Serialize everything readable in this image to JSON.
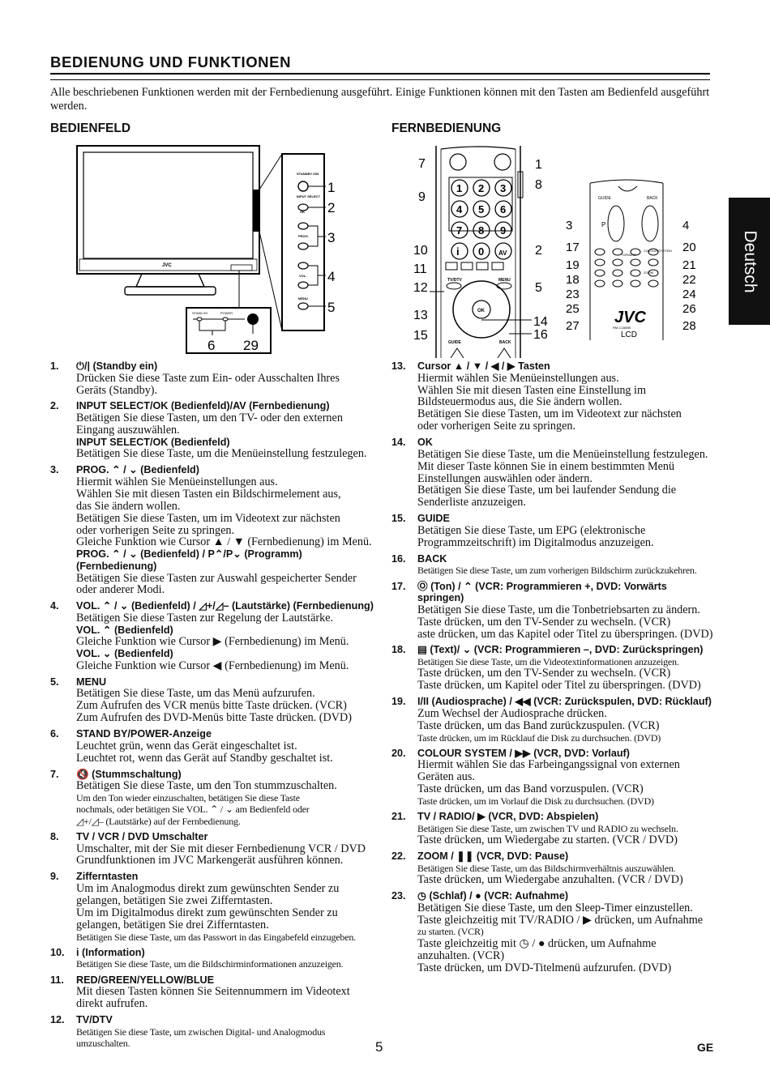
{
  "page": {
    "title": "BEDIENUNG UND FUNKTIONEN",
    "intro": "Alle beschriebenen Funktionen werden mit der Fernbedienung ausgeführt. Einige Funktionen können mit den Tasten am Bedienfeld ausgeführt werden.",
    "side_tab": "Deutsch",
    "page_number": "5",
    "lang_code": "GE"
  },
  "sections": {
    "panel": "BEDIENFELD",
    "remote": "FERNBEDIENUNG"
  },
  "figure_panel": {
    "brand": "JVC",
    "callouts": [
      "1",
      "2",
      "3",
      "4",
      "5",
      "6",
      "29"
    ],
    "button_labels": [
      "STANDBY /ON",
      "INPUT SELECT",
      "OK",
      "PROG.",
      "VOL.",
      "MENU",
      "STAND BY",
      "POWER"
    ]
  },
  "figure_remote": {
    "brand": "JVC",
    "model": "RM-C1800B",
    "display": "LCD",
    "left_callouts": [
      "7",
      "9",
      "10",
      "11",
      "12",
      "13",
      "15"
    ],
    "right_callouts": [
      "1",
      "8",
      "2",
      "5",
      "14",
      "16"
    ],
    "detail_left_callouts": [
      "3",
      "17",
      "19",
      "18",
      "23",
      "25",
      "27"
    ],
    "detail_right_callouts": [
      "4",
      "20",
      "21",
      "22",
      "24",
      "26",
      "28"
    ],
    "digits": [
      "1",
      "2",
      "3",
      "4",
      "5",
      "6",
      "7",
      "8",
      "9",
      "i",
      "0",
      "AV"
    ],
    "labels": [
      "TV/DTV",
      "MENU",
      "OK",
      "GUIDE",
      "BACK",
      "P",
      "TV/RADIO",
      "COLOUR SYSTEM",
      "ZOOM"
    ]
  },
  "left_items": [
    {
      "num": "1.",
      "title": "⏻/| (Standby ein)",
      "lines": [
        "Drücken Sie diese Taste zum Ein- oder Ausschalten Ihres",
        "Geräts (Standby)."
      ]
    },
    {
      "num": "2.",
      "title": "INPUT SELECT/OK (Bedienfeld)/AV (Fernbedienung)",
      "lines": [
        "Betätigen Sie diese Tasten, um den TV- oder den externen",
        "Eingang auszuwählen."
      ],
      "sub": "INPUT SELECT/OK (Bedienfeld)",
      "sub_lines": [
        "Betätigen Sie diese Taste, um die Menüeinstellung festzulegen."
      ]
    },
    {
      "num": "3.",
      "title": "PROG. ⌃ / ⌄ (Bedienfeld)",
      "lines": [
        "Hiermit wählen Sie Menüeinstellungen aus.",
        "Wählen Sie mit diesen Tasten ein Bildschirmelement aus,",
        "das Sie ändern wollen.",
        "Betätigen Sie diese Tasten, um im Videotext zur nächsten",
        "oder vorherigen Seite zu springen.",
        "Gleiche Funktion wie Cursor ▲ / ▼ (Fernbedienung) im Menü."
      ],
      "sub": "PROG. ⌃ / ⌄ (Bedienfeld) / P⌃/P⌄ (Programm) (Fernbedienung)",
      "sub_lines": [
        "Betätigen Sie diese Tasten zur Auswahl gespeicherter Sender",
        "oder anderer Modi."
      ]
    },
    {
      "num": "4.",
      "title": "VOL. ⌃ / ⌄ (Bedienfeld) / ◿+/◿– (Lautstärke) (Fernbedienung)",
      "lines": [
        "Betätigen Sie diese Tasten zur Regelung der Lautstärke."
      ],
      "sub": "VOL. ⌃ (Bedienfeld)",
      "sub_lines": [
        "Gleiche Funktion wie Cursor ▶ (Fernbedienung) im Menü."
      ],
      "sub2": "VOL. ⌄ (Bedienfeld)",
      "sub2_lines": [
        "Gleiche Funktion wie Cursor ◀ (Fernbedienung) im Menü."
      ]
    },
    {
      "num": "5.",
      "title": "MENU",
      "lines": [
        "Betätigen Sie diese Taste, um das Menü aufzurufen.",
        "Zum Aufrufen des VCR menüs bitte Taste drücken. (VCR)",
        "Zum Aufrufen des DVD-Menüs bitte Taste drücken. (DVD)"
      ]
    },
    {
      "num": "6.",
      "title": "STAND BY/POWER-Anzeige",
      "lines": [
        "Leuchtet grün, wenn das Gerät eingeschaltet ist.",
        "Leuchtet rot, wenn das Gerät auf Standby geschaltet ist."
      ]
    },
    {
      "num": "7.",
      "title": "🔇 (Stummschaltung)",
      "lines": [
        "Betätigen Sie diese Taste, um den Ton stummzuschalten."
      ],
      "small_lines": [
        "Um den Ton wieder einzuschalten, betätigen Sie diese Taste",
        "nochmals, oder betätigen Sie VOL. ⌃ / ⌄ am Bedienfeld oder",
        "◿+/◿– (Lautstärke) auf der Fernbedienung."
      ]
    },
    {
      "num": "8.",
      "title": "TV / VCR / DVD Umschalter",
      "lines": [
        "Umschalter, mit der Sie mit dieser Fernbedienung VCR / DVD",
        "Grundfunktionen im JVC Markengerät ausführen können."
      ]
    },
    {
      "num": "9.",
      "title": "Zifferntasten",
      "lines": [
        "Um im Analogmodus direkt zum gewünschten Sender zu",
        "gelangen, betätigen Sie zwei Zifferntasten.",
        "Um im Digitalmodus direkt zum gewünschten Sender zu",
        "gelangen, betätigen Sie drei Zifferntasten."
      ],
      "small_lines": [
        "Betätigen Sie diese Taste, um das Passwort in das Eingabefeld einzugeben."
      ]
    },
    {
      "num": "10.",
      "title": "i (Information)",
      "small_lines": [
        "Betätigen Sie diese Taste, um die Bildschirminformationen anzuzeigen."
      ]
    },
    {
      "num": "11.",
      "title": "RED/GREEN/YELLOW/BLUE",
      "lines": [
        "Mit diesen Tasten können Sie Seitennummern im Videotext",
        "direkt aufrufen."
      ]
    },
    {
      "num": "12.",
      "title": "TV/DTV",
      "small_lines": [
        "Betätigen Sie diese Taste, um zwischen Digital- und Analogmodus umzuschalten."
      ]
    }
  ],
  "right_items": [
    {
      "num": "13.",
      "title": "Cursor ▲ / ▼ / ◀ / ▶ Tasten",
      "lines": [
        "Hiermit wählen Sie Menüeinstellungen aus.",
        "Wählen Sie mit diesen Tasten eine Einstellung im",
        "Bildsteuermodus aus, die Sie ändern wollen.",
        "Betätigen Sie diese Tasten, um im Videotext zur nächsten",
        "oder vorherigen Seite zu springen."
      ]
    },
    {
      "num": "14.",
      "title": "OK",
      "lines": [
        "Betätigen Sie diese Taste, um die Menüeinstellung festzulegen.",
        "Mit dieser Taste können Sie in einem bestimmten Menü",
        "Einstellungen auswählen oder ändern.",
        "Betätigen Sie diese Taste, um bei laufender Sendung die",
        "Senderliste anzuzeigen."
      ]
    },
    {
      "num": "15.",
      "title": "GUIDE",
      "lines": [
        "Betätigen Sie diese Taste, um EPG (elektronische",
        "Programmzeitschrift) im Digitalmodus anzuzeigen."
      ]
    },
    {
      "num": "16.",
      "title": "BACK",
      "small_lines": [
        "Betätigen Sie diese Taste, um zum vorherigen Bildschirm zurückzukehren."
      ]
    },
    {
      "num": "17.",
      "title": "Ⓞ (Ton) / ⌃ (VCR: Programmieren +, DVD: Vorwärts springen)",
      "lines": [
        "Betätigen Sie diese Taste, um die Tonbetriebsarten zu ändern.",
        "Taste drücken, um den TV-Sender zu wechseln. (VCR)",
        "aste drücken, um das Kapitel oder Titel zu überspringen. (DVD)"
      ]
    },
    {
      "num": "18.",
      "title": "▤ (Text)/ ⌄ (VCR: Programmieren –, DVD: Zurückspringen)",
      "small_lines": [
        "Betätigen Sie diese Taste, um die Videotextinformationen anzuzeigen."
      ],
      "lines": [
        "Taste drücken, um den TV-Sender zu wechseln. (VCR)",
        "Taste drücken, um Kapitel oder Titel zu überspringen. (DVD)"
      ]
    },
    {
      "num": "19.",
      "title": "I/II (Audiosprache) / ◀◀ (VCR: Zurückspulen, DVD: Rücklauf)",
      "lines": [
        "Zum Wechsel der Audiosprache drücken.",
        "Taste drücken, um das Band zurückzuspulen. (VCR)"
      ],
      "small_lines": [
        "Taste drücken, um im Rücklauf die Disk zu durchsuchen. (DVD)"
      ]
    },
    {
      "num": "20.",
      "title": "COLOUR SYSTEM / ▶▶ (VCR, DVD: Vorlauf)",
      "lines": [
        "Hiermit wählen Sie das Farbeingangssignal von externen",
        "Geräten aus.",
        "Taste drücken, um das Band vorzuspulen. (VCR)"
      ],
      "small_lines": [
        "Taste drücken, um im Vorlauf die Disk zu durchsuchen. (DVD)"
      ]
    },
    {
      "num": "21.",
      "title": "TV / RADIO/ ▶ (VCR, DVD: Abspielen)",
      "small_lines": [
        "Betätigen Sie diese Taste, um zwischen TV und RADIO zu wechseln."
      ],
      "lines": [
        "Taste drücken, um Wiedergabe zu starten. (VCR / DVD)"
      ]
    },
    {
      "num": "22.",
      "title": "ZOOM / ❚❚ (VCR, DVD: Pause)",
      "small_lines": [
        "Betätigen Sie diese Taste, um das Bildschirmverhältnis auszuwählen."
      ],
      "lines": [
        "Taste drücken, um Wiedergabe anzuhalten. (VCR / DVD)"
      ]
    },
    {
      "num": "23.",
      "title": "◷ (Schlaf) / ● (VCR: Aufnahme)",
      "lines": [
        "Betätigen Sie diese Taste, um den Sleep-Timer einzustellen.",
        "Taste gleichzeitig mit TV/RADIO / ▶ drücken, um Aufnahme"
      ],
      "small_lines": [
        "zu starten. (VCR)"
      ],
      "lines2": [
        "Taste gleichzeitig mit ◷ / ● drücken, um Aufnahme",
        "anzuhalten. (VCR)",
        "Taste drücken, um DVD-Titelmenü aufzurufen. (DVD)"
      ]
    }
  ]
}
